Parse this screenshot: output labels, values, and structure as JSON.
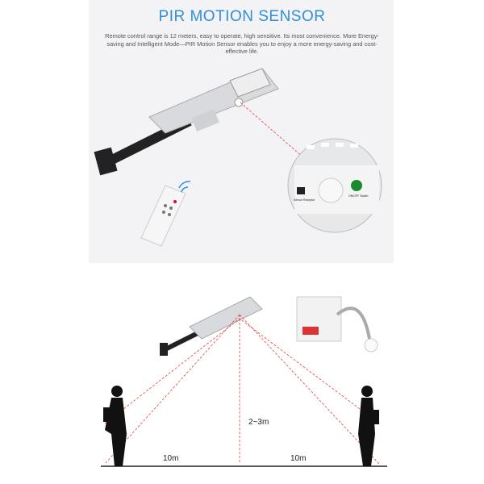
{
  "header": {
    "title": "PIR MOTION SENSOR",
    "description": "Remote control range is 12 meters, easy to operate, high sensitive. Its most convenience. More Energy-saving and Intelligent Mode—PIR Motion Sensor enables you to enjoy a more energy-saving and cost-effective life."
  },
  "magnifier": {
    "sensor_label": "Sensor Receptor",
    "switch_label": "ON/OFF Switch"
  },
  "diagram": {
    "height_label": "2~3m",
    "left_distance": "10m",
    "right_distance": "10m"
  },
  "colors": {
    "title": "#2f8fd8",
    "beam": "#e0443c"
  }
}
